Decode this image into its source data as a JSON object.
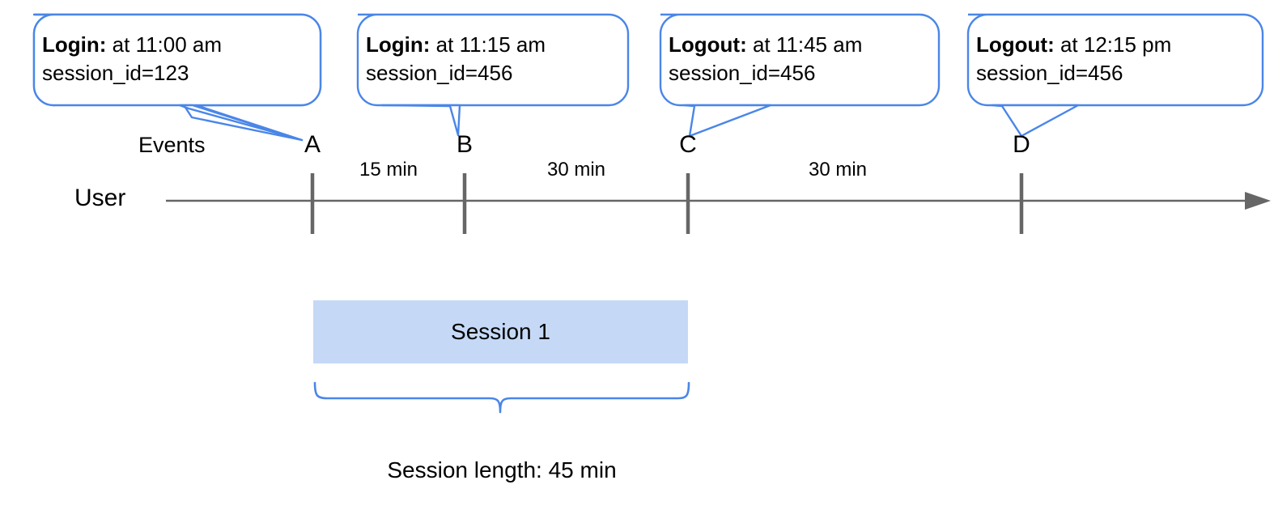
{
  "diagram": {
    "title_row": {
      "events_label": "Events",
      "track_label": "User"
    },
    "colors": {
      "callout_border": "#4a86e8",
      "callout_fill": "#ffffff",
      "axis": "#666666",
      "marker": "#666666",
      "session_fill": "#c5d9f7",
      "brace": "#4a86e8",
      "text": "#000000"
    },
    "callouts": [
      {
        "id": "callout-a",
        "event_label": "Login:",
        "event_time": "at 11:00 am",
        "session_line": "session_id=123",
        "points_to": "A"
      },
      {
        "id": "callout-b",
        "event_label": "Login:",
        "event_time": "at 11:15 am",
        "session_line": "session_id=456",
        "points_to": "B"
      },
      {
        "id": "callout-c",
        "event_label": "Logout:",
        "event_time": "at 11:45 am",
        "session_line": "session_id=456",
        "points_to": "C"
      },
      {
        "id": "callout-d",
        "event_label": "Logout:",
        "event_time": "at 12:15 pm",
        "session_line": "session_id=456",
        "points_to": "D"
      }
    ],
    "markers": [
      {
        "name": "A",
        "time": "11:00 am",
        "event": "Login",
        "session_id": "123"
      },
      {
        "name": "B",
        "time": "11:15 am",
        "event": "Login",
        "session_id": "456"
      },
      {
        "name": "C",
        "time": "11:45 am",
        "event": "Logout",
        "session_id": "456"
      },
      {
        "name": "D",
        "time": "12:15 pm",
        "event": "Logout",
        "session_id": "456"
      }
    ],
    "intervals": [
      {
        "from": "A",
        "to": "B",
        "label": "15 min"
      },
      {
        "from": "B",
        "to": "C",
        "label": "30 min"
      },
      {
        "from": "C",
        "to": "D",
        "label": "30 min"
      }
    ],
    "session": {
      "bar_label": "Session 1",
      "span_from": "A",
      "span_to": "C",
      "length_label": "Session length: 45 min"
    }
  }
}
